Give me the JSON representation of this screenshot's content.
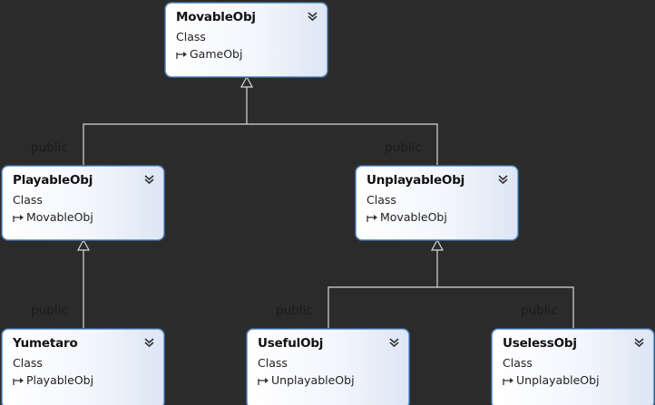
{
  "classes": [
    {
      "id": "movableobj",
      "name": "MovableObj",
      "kind": "Class",
      "base": "GameObj"
    },
    {
      "id": "playableobj",
      "name": "PlayableObj",
      "kind": "Class",
      "base": "MovableObj"
    },
    {
      "id": "unplayableobj",
      "name": "UnplayableObj",
      "kind": "Class",
      "base": "MovableObj"
    },
    {
      "id": "yumetaro",
      "name": "Yumetaro",
      "kind": "Class",
      "base": "PlayableObj"
    },
    {
      "id": "usefulobj",
      "name": "UsefulObj",
      "kind": "Class",
      "base": "UnplayableObj"
    },
    {
      "id": "uselessobj",
      "name": "UselessObj",
      "kind": "Class",
      "base": "UnplayableObj"
    }
  ],
  "connectors": [
    {
      "from": "playableobj",
      "to": "movableobj",
      "label": "public"
    },
    {
      "from": "unplayableobj",
      "to": "movableobj",
      "label": "public"
    },
    {
      "from": "yumetaro",
      "to": "playableobj",
      "label": "public"
    },
    {
      "from": "usefulobj",
      "to": "unplayableobj",
      "label": "public"
    },
    {
      "from": "uselessobj",
      "to": "unplayableobj",
      "label": "public"
    }
  ],
  "icons": {
    "collapse": "chevron-double-down-icon",
    "inheritance": "inheritance-arrow-icon"
  },
  "colors": {
    "background": "#2b2b2b",
    "box_border": "#7aa7d8",
    "connector_line": "#d8d8d8",
    "text": "#111111"
  }
}
